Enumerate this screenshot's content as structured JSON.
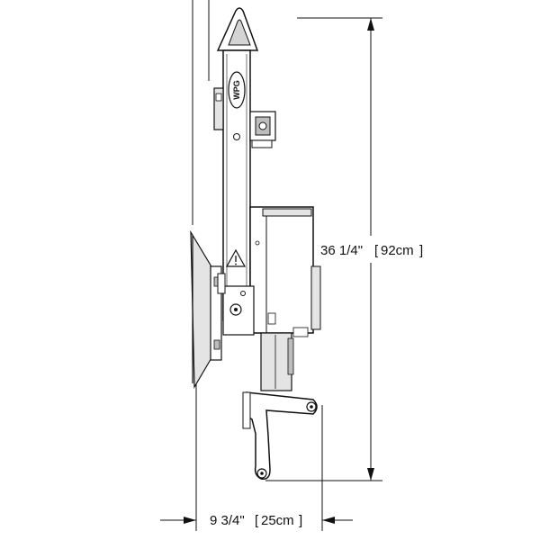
{
  "drawing": {
    "logo_text": "WPG",
    "warning_symbol": "warning-triangle-icon"
  },
  "dimensions": {
    "height": {
      "imperial": "36 1/4\"",
      "metric": "92cm"
    },
    "width": {
      "imperial": "9 3/4\"",
      "metric": "25cm"
    }
  }
}
